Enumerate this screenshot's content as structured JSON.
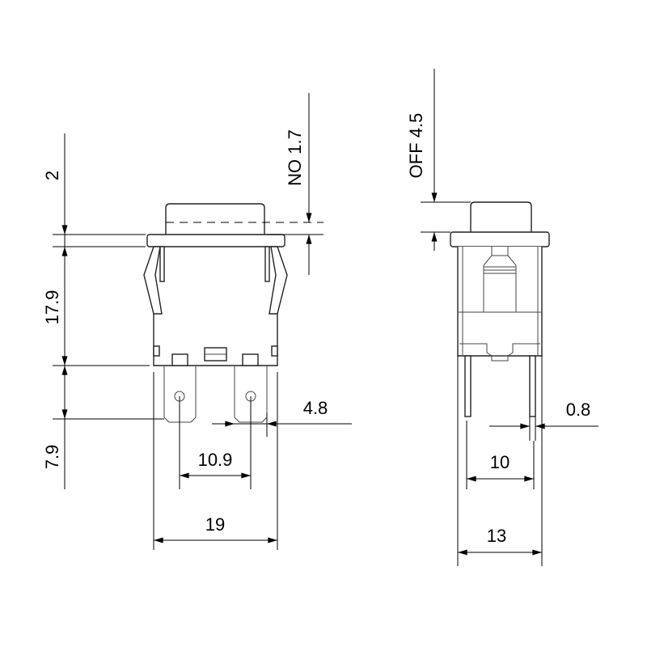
{
  "drawing": {
    "front_view": {
      "dimensions": {
        "top_gap": "2",
        "body_height": "17.9",
        "terminal_length": "7.9",
        "no_travel": "NO 1.7",
        "terminal_width": "4.8",
        "terminal_pitch": "10.9",
        "overall_width": "19"
      }
    },
    "side_view": {
      "dimensions": {
        "off_travel": "OFF 4.5",
        "pin_width": "0.8",
        "pin_pitch": "10",
        "overall_depth": "13"
      }
    },
    "line_color": "#000000"
  }
}
